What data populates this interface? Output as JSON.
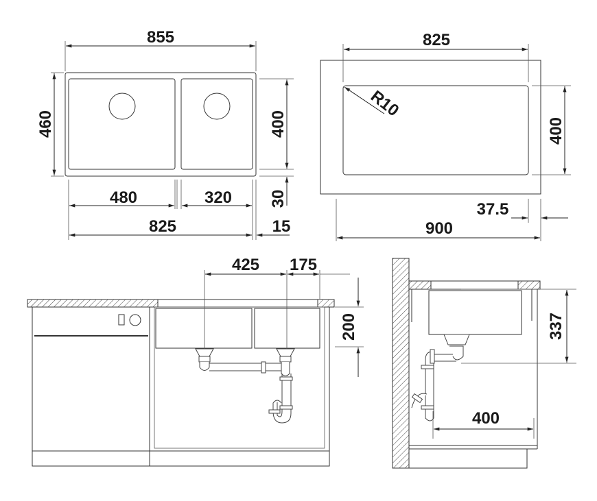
{
  "plan_view": {
    "overall_width": "855",
    "overall_depth": "460",
    "bowl_depth": "400",
    "rim_offset": "30",
    "left_bowl_width": "480",
    "right_bowl_width": "320",
    "bowls_total_width": "825",
    "side_offset": "15"
  },
  "cutout_view": {
    "cutout_width": "825",
    "corner_radius": "R10",
    "cutout_depth": "400",
    "edge_offset": "37.5",
    "cabinet_width": "900"
  },
  "front_view": {
    "drain_spacing": "425",
    "drain_edge_offset": "175",
    "bowl_height": "200"
  },
  "side_view": {
    "installation_depth": "337",
    "drain_wall_distance": "400"
  }
}
